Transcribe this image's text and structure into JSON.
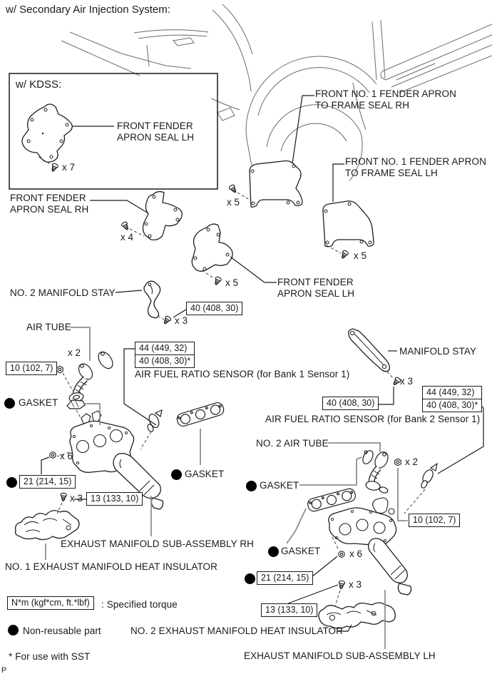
{
  "title": "w/ Secondary Air Injection System:",
  "page_mark": "P",
  "kdss": {
    "heading": "w/ KDSS:"
  },
  "labels": {
    "gasket": "GASKET",
    "kdss_seal": {
      "l1": "FRONT FENDER",
      "l2": "APRON SEAL LH"
    },
    "apron_frame_rh": {
      "l1": "FRONT NO. 1 FENDER APRON",
      "l2": "TO FRAME SEAL RH"
    },
    "apron_frame_lh": {
      "l1": "FRONT NO. 1 FENDER APRON",
      "l2": "TO FRAME SEAL LH"
    },
    "apron_seal_rh": {
      "l1": "FRONT FENDER",
      "l2": "APRON SEAL RH"
    },
    "apron_seal_lh": {
      "l1": "FRONT FENDER",
      "l2": "APRON SEAL LH"
    },
    "no2_manifold_stay": "NO. 2 MANIFOLD STAY",
    "air_tube": "AIR TUBE",
    "afr_bank1": "AIR FUEL RATIO SENSOR (for Bank 1 Sensor 1)",
    "manifold_stay": "MANIFOLD STAY",
    "afr_bank2": "AIR FUEL RATIO SENSOR (for Bank 2 Sensor 1)",
    "no2_air_tube": "NO. 2 AIR TUBE",
    "sub_assembly_rh": "EXHAUST MANIFOLD SUB-ASSEMBLY RH",
    "sub_assembly_lh": "EXHAUST MANIFOLD SUB-ASSEMBLY LH",
    "no1_heat_insulator": "NO. 1 EXHAUST MANIFOLD HEAT INSULATOR",
    "no2_heat_insulator": "NO. 2 EXHAUST MANIFOLD HEAT INSULATOR"
  },
  "quantities": {
    "kdss_bolts": "x 7",
    "apron_frame_rh_bolts": "x 5",
    "apron_frame_lh_bolts": "x 5",
    "apron_seal_rh_bolts": "x 4",
    "apron_seal_lh_bolts": "x 5",
    "no2_stay_bolts": "x 3",
    "air_tube_nuts": "x 2",
    "manifold_rh_nuts": "x 6",
    "insulator1_bolts": "x 3",
    "stay_bolts": "x 3",
    "no2_air_tube_nuts": "x 2",
    "manifold_lh_nuts": "x 6",
    "insulator2_bolts": "x 3"
  },
  "torques": {
    "stay_bolt": "40 (408, 30)",
    "air_tube_nut": "10 (102, 7)",
    "afr_sensor_primary": "44 (449, 32)",
    "afr_sensor_sst": "40 (408, 30)*",
    "manifold_nut": "21 (214, 15)",
    "insulator_bolt": "13 (133, 10)"
  },
  "legend": {
    "torque_unit": "N*m (kgf*cm, ft.*lbf)",
    "spec_desc": ": Specified torque",
    "non_reusable": "Non-reusable part",
    "sst_note": "* For use with SST"
  }
}
